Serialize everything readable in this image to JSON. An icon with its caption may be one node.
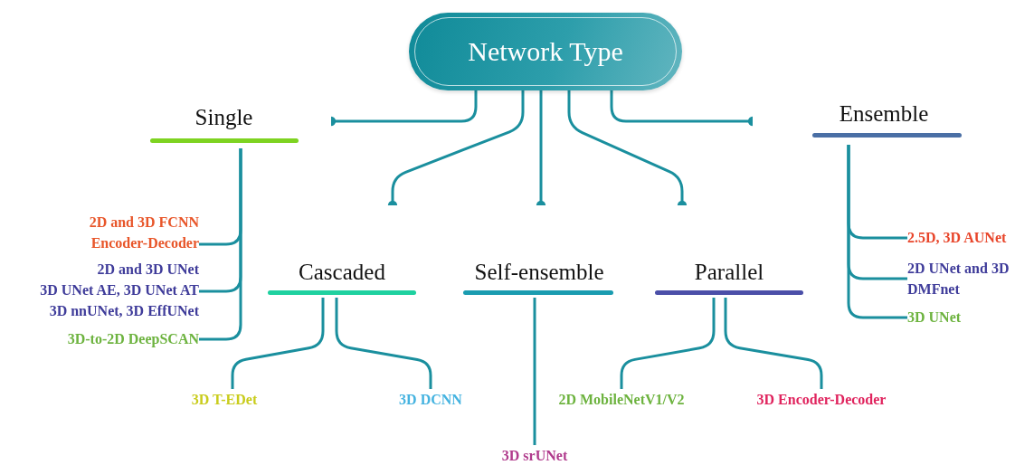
{
  "diagram": {
    "nodes": [
      {
        "text": [
          "Network Type"
        ]
      },
      {
        "text": [
          "Single"
        ]
      },
      {
        "text": [
          "Ensemble"
        ]
      },
      {
        "text": [
          "Cascaded"
        ]
      },
      {
        "text": [
          "Self-ensemble"
        ]
      },
      {
        "text": [
          "Parallel"
        ]
      },
      {
        "text": [
          "2D and 3D FCNN Encoder-Decoder"
        ]
      },
      {
        "text": [
          "2D and 3D UNet",
          "3D UNet AE, 3D UNet AT",
          "3D nnUNet, 3D EffUNet"
        ]
      },
      {
        "text": [
          "3D-to-2D DeepSCAN"
        ]
      },
      {
        "text": [
          "2.5D, 3D AUNet"
        ]
      },
      {
        "text": [
          "2D UNet and 3D DMFnet"
        ]
      },
      {
        "text": [
          "3D UNet"
        ]
      },
      {
        "text": [
          "3D T-EDet"
        ]
      },
      {
        "text": [
          "3D DCNN"
        ]
      },
      {
        "text": [
          "3D srUNet"
        ]
      },
      {
        "text": [
          "2D MobileNetV1/V2"
        ]
      },
      {
        "text": [
          "3D Encoder-Decoder"
        ]
      }
    ],
    "edges": [
      {
        "from": 0,
        "to": 1,
        "arrow": "other"
      },
      {
        "from": 0,
        "to": 2,
        "arrow": "other"
      },
      {
        "from": 0,
        "to": 3,
        "arrow": "other"
      },
      {
        "from": 0,
        "to": 4,
        "arrow": "other"
      },
      {
        "from": 0,
        "to": 5,
        "arrow": "other"
      },
      {
        "from": 1,
        "to": 6,
        "arrow": "none"
      },
      {
        "from": 1,
        "to": 7,
        "arrow": "none"
      },
      {
        "from": 1,
        "to": 8,
        "arrow": "none"
      },
      {
        "from": 2,
        "to": 9,
        "arrow": "none"
      },
      {
        "from": 2,
        "to": 10,
        "arrow": "none"
      },
      {
        "from": 2,
        "to": 11,
        "arrow": "none"
      },
      {
        "from": 3,
        "to": 12,
        "arrow": "none"
      },
      {
        "from": 3,
        "to": 13,
        "arrow": "none"
      },
      {
        "from": 4,
        "to": 14,
        "arrow": "none"
      },
      {
        "from": 5,
        "to": 15,
        "arrow": "none"
      },
      {
        "from": 5,
        "to": 16,
        "arrow": "none"
      }
    ]
  }
}
